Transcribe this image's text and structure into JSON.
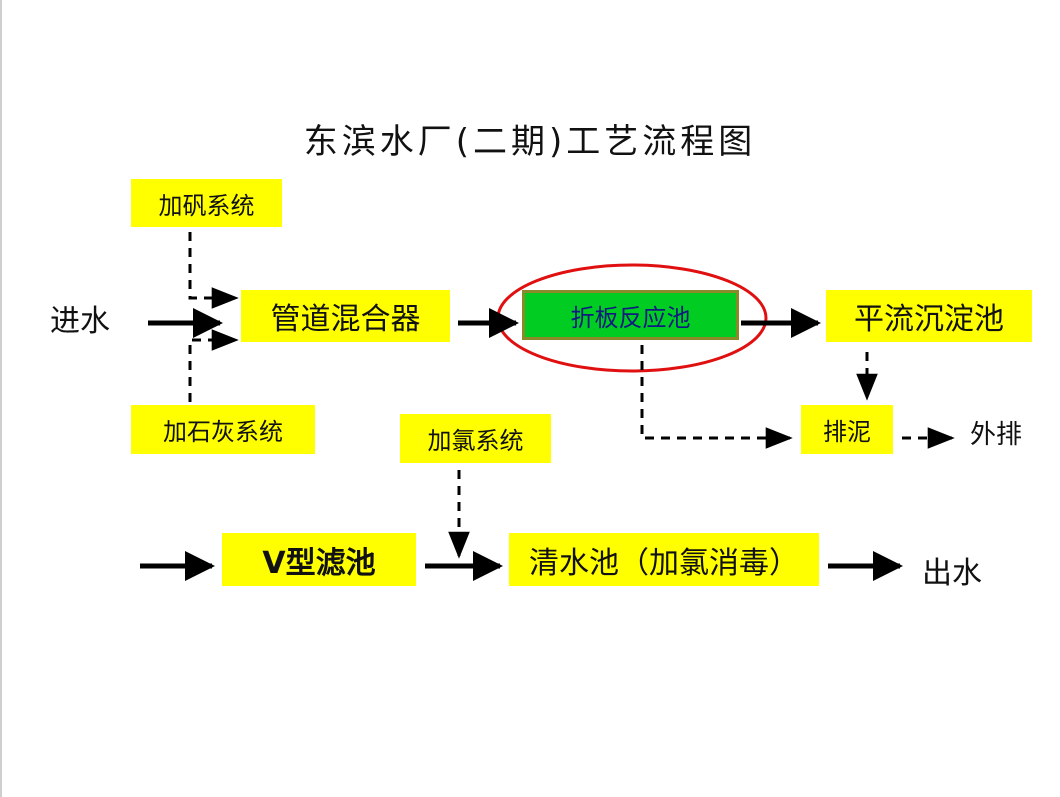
{
  "title": "东滨水厂(二期)工艺流程图",
  "nodes": {
    "alum": "加矾系统",
    "lime": "加石灰系统",
    "inlet": "进水",
    "mixer": "管道混合器",
    "baffle": "折板反应池",
    "sedimentation": "平流沉淀池",
    "sludge": "排泥",
    "discharge": "外排",
    "chlorine": "加氯系统",
    "vfilter": "V型滤池",
    "clearwell": "清水池（加氯消毒）",
    "outlet": "出水"
  },
  "colors": {
    "box_fill": "#ffff00",
    "highlight_fill": "#00cc22",
    "highlight_ring": "#e01010",
    "arrow": "#000000"
  }
}
